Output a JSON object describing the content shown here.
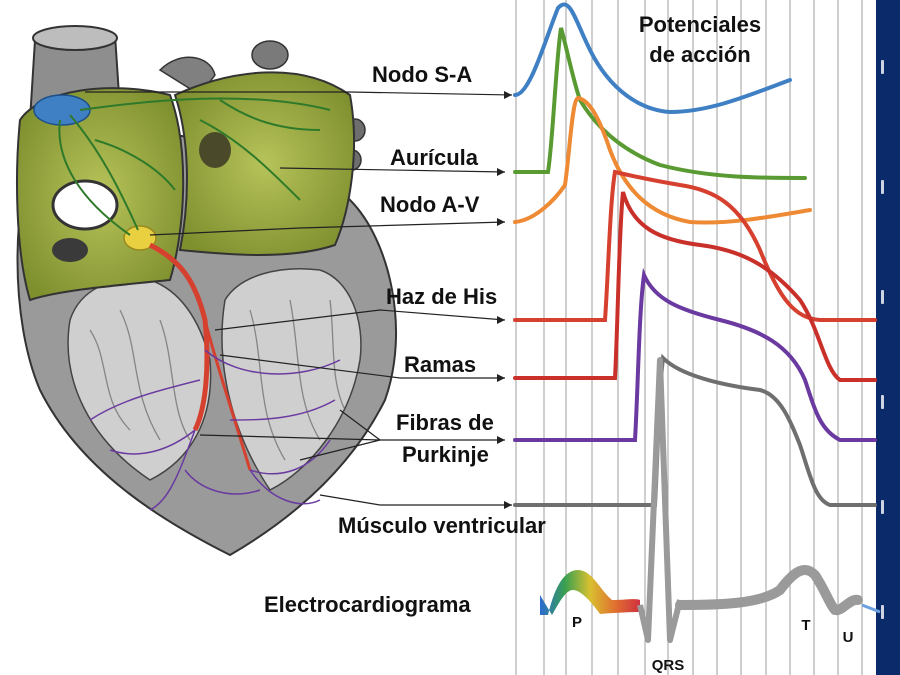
{
  "title": {
    "line1": "Potenciales",
    "line2": "de acción"
  },
  "labels": {
    "sa": "Nodo S-A",
    "auricula": "Aurícula",
    "av": "Nodo A-V",
    "his": "Haz de His",
    "ramas": "Ramas",
    "purkinje1": "Fibras de",
    "purkinje2": "Purkinje",
    "ventricular": "Músculo ventricular",
    "ecg": "Electrocardiograma"
  },
  "ecg_waves": {
    "p": "P",
    "qrs": "QRS",
    "t": "T",
    "u": "U"
  },
  "colors": {
    "sa": "#3f7fc4",
    "auricula": "#5a9a32",
    "av": "#ee8a34",
    "his": "#d6402f",
    "ramas": "#c9302a",
    "purkinje": "#6a3aa0",
    "ventricular": "#6f6f6f",
    "sidebar": "#0b2a6a"
  }
}
